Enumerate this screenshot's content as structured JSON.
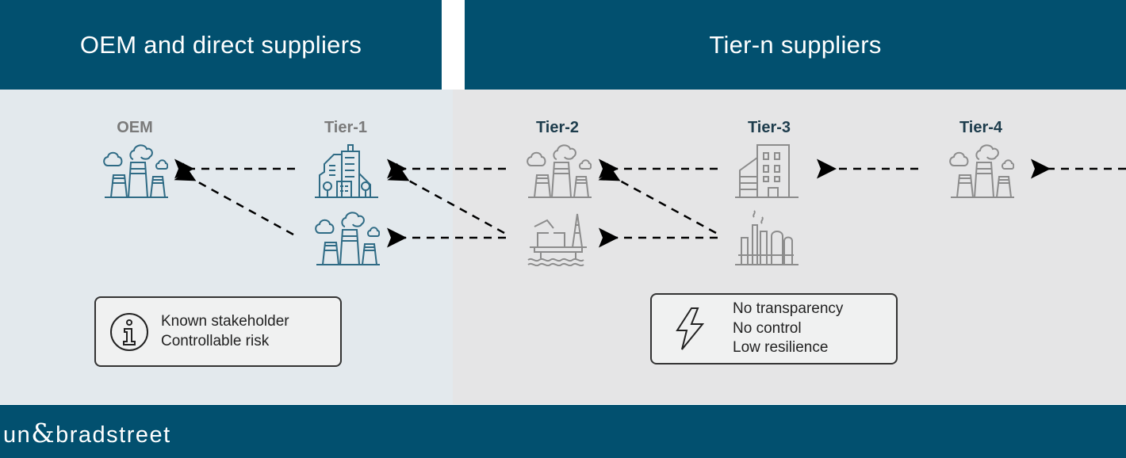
{
  "headers": {
    "left": "OEM and direct suppliers",
    "right": "Tier-n suppliers"
  },
  "tiers": {
    "oem": "OEM",
    "tier1": "Tier-1",
    "tier2": "Tier-2",
    "tier3": "Tier-3",
    "tier4": "Tier-4"
  },
  "known_box": {
    "icon": "info-icon",
    "lines": [
      "Known stakeholder",
      "Controllable risk"
    ]
  },
  "risk_box": {
    "icon": "lightning-icon",
    "lines": [
      "No transparency",
      "No control",
      "Low resilience"
    ]
  },
  "footer": {
    "logo_pre": "un",
    "logo_amp": "&",
    "logo_post": "bradstreet"
  },
  "colors": {
    "brand": "#02506f",
    "icon_known": "#2f6b85",
    "icon_unknown": "#8c8c8c"
  }
}
